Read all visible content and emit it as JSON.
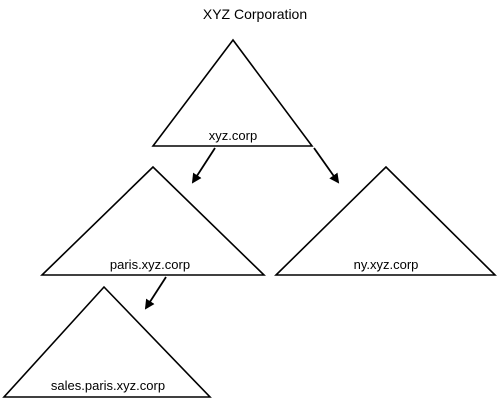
{
  "diagram": {
    "title": "XYZ Corporation",
    "domains": {
      "root": "xyz.corp",
      "paris": "paris.xyz.corp",
      "ny": "ny.xyz.corp",
      "sales": "sales.paris.xyz.corp"
    }
  },
  "colors": {
    "stroke": "#000000",
    "fill": "#ffffff",
    "text": "#000000"
  }
}
